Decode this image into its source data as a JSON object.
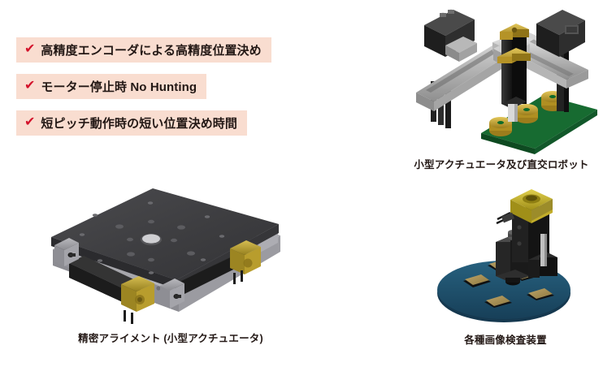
{
  "features": {
    "check_glyph": "✔",
    "check_color": "#d4142c",
    "background_color": "#f9ddd0",
    "items": [
      {
        "label": "高精度エンコーダによる高精度位置決め"
      },
      {
        "label": "モーター停止時 No Hunting"
      },
      {
        "label": "短ピッチ動作時の短い位置決め時間"
      }
    ]
  },
  "figures": {
    "gantry": {
      "caption": "小型アクチュエータ及び直交ロボット",
      "icon": "cartesian-robot-illustration",
      "colors": {
        "board": "#1a6b33",
        "board_dark": "#0f4a22",
        "motor_black": "#2b2b2b",
        "rail_silver": "#c8c8c8",
        "gold": "#c9a227",
        "column_black": "#141414"
      }
    },
    "stage": {
      "caption": "精密アライメント (小型アクチュエータ)",
      "icon": "alignment-stage-illustration",
      "colors": {
        "top_plate": "#3f3f41",
        "top_plate_light": "#4e4e50",
        "side_gray": "#9a9a9e",
        "side_dark": "#77777b",
        "motor_black": "#1d1d1d",
        "gold": "#c2a33b"
      }
    },
    "vision": {
      "caption": "各種画像検査装置",
      "icon": "vision-inspection-illustration",
      "colors": {
        "disc_blue": "#1e4f6e",
        "disc_blue_dark": "#163c55",
        "chip_gold": "#9c8049",
        "chip_gold_light": "#b89a5d",
        "camera_black": "#1f1f1f",
        "gold": "#c9b23a"
      }
    }
  }
}
